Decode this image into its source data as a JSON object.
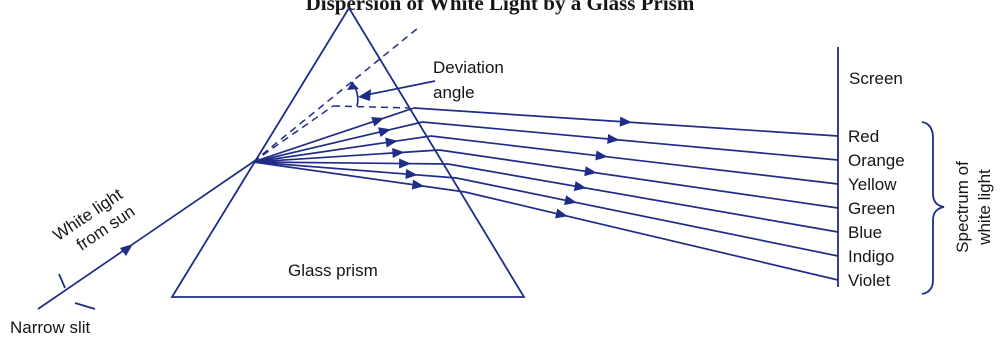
{
  "title_fragment": "Dispersion of White Light by a Glass Prism",
  "labels": {
    "deviation_line1": "Deviation",
    "deviation_line2": "angle",
    "screen": "Screen",
    "white_light_line1": "White light",
    "white_light_line2": "from sun",
    "narrow_slit": "Narrow slit",
    "glass_prism": "Glass prism",
    "spectrum_line1": "Spectrum of",
    "spectrum_line2": "white light"
  },
  "colors": [
    "Red",
    "Orange",
    "Yellow",
    "Green",
    "Blue",
    "Indigo",
    "Violet"
  ],
  "line_color": "#1f2d86"
}
